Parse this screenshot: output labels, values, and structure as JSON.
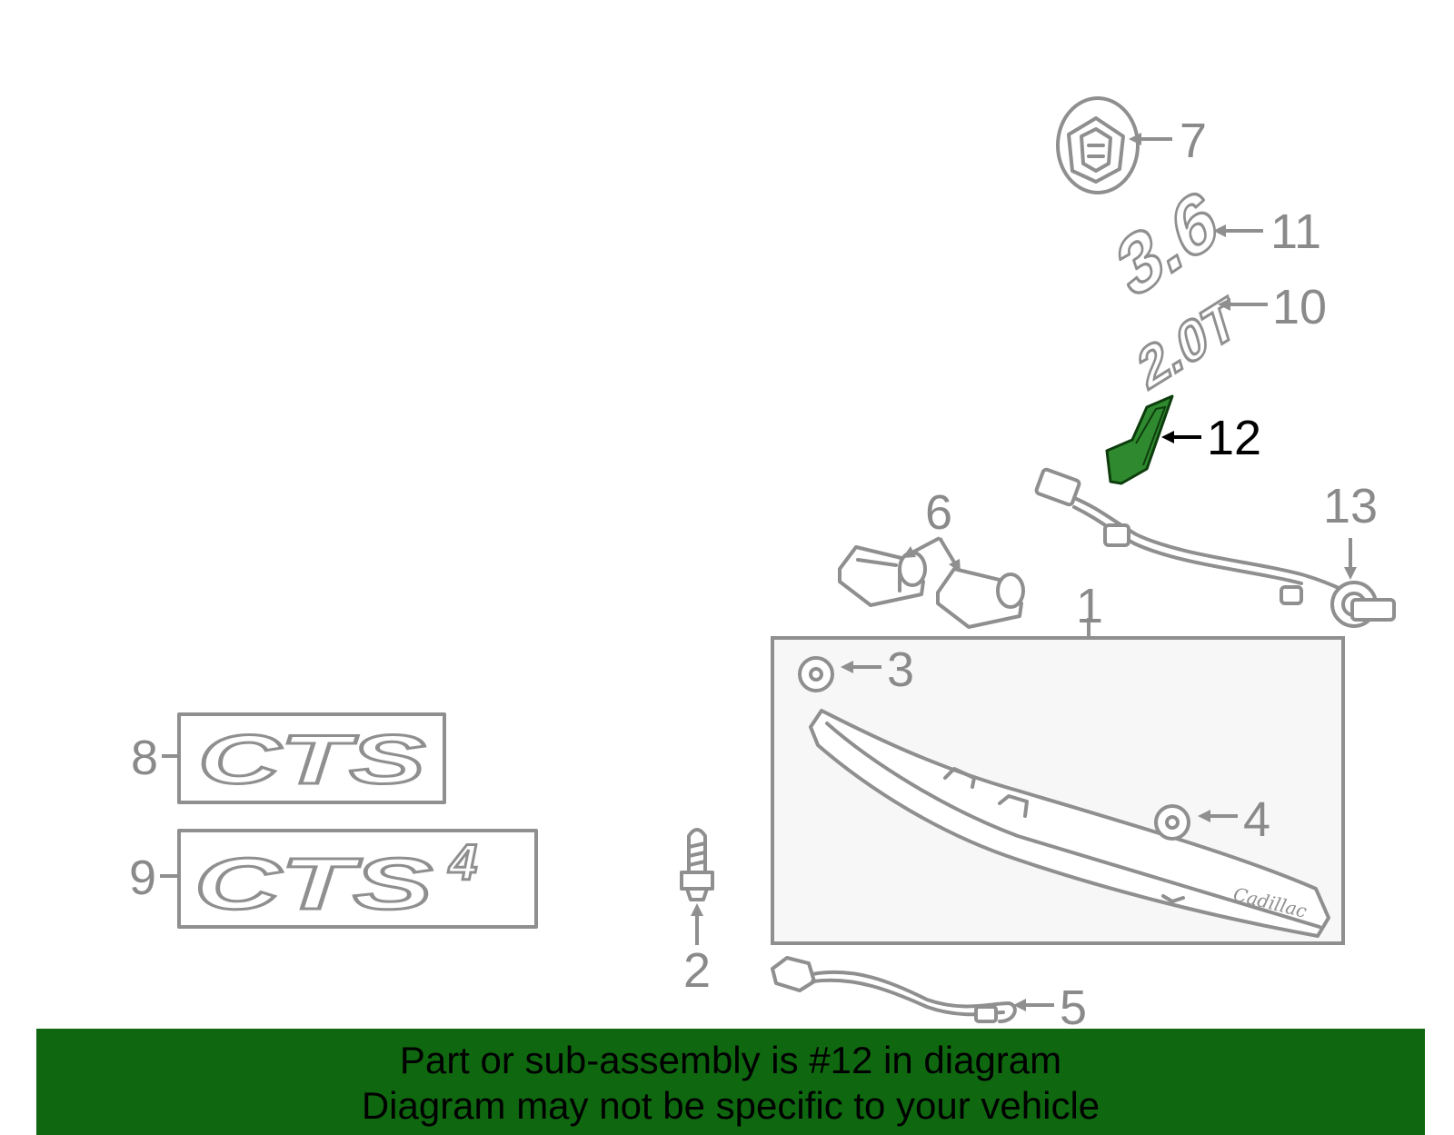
{
  "callouts": {
    "c1": "1",
    "c2": "2",
    "c3": "3",
    "c4": "4",
    "c5": "5",
    "c6": "6",
    "c7": "7",
    "c8": "8",
    "c9": "9",
    "c10": "10",
    "c11": "11",
    "c12": "12",
    "c13": "13"
  },
  "badges": {
    "b8": "CTS",
    "b9": "CTS",
    "b9_suffix": "4",
    "b10": "2.0T",
    "b11": "3.6",
    "script": "Cadillac"
  },
  "highlight_part": "12",
  "colors": {
    "highlight_part_fill": "#2f8a2f",
    "footer_bg": "#0f6810",
    "line": "#8f8f8f"
  },
  "footer": {
    "line1": "Part or sub-assembly is #12 in diagram",
    "line2": "Diagram may not be specific to your vehicle"
  }
}
